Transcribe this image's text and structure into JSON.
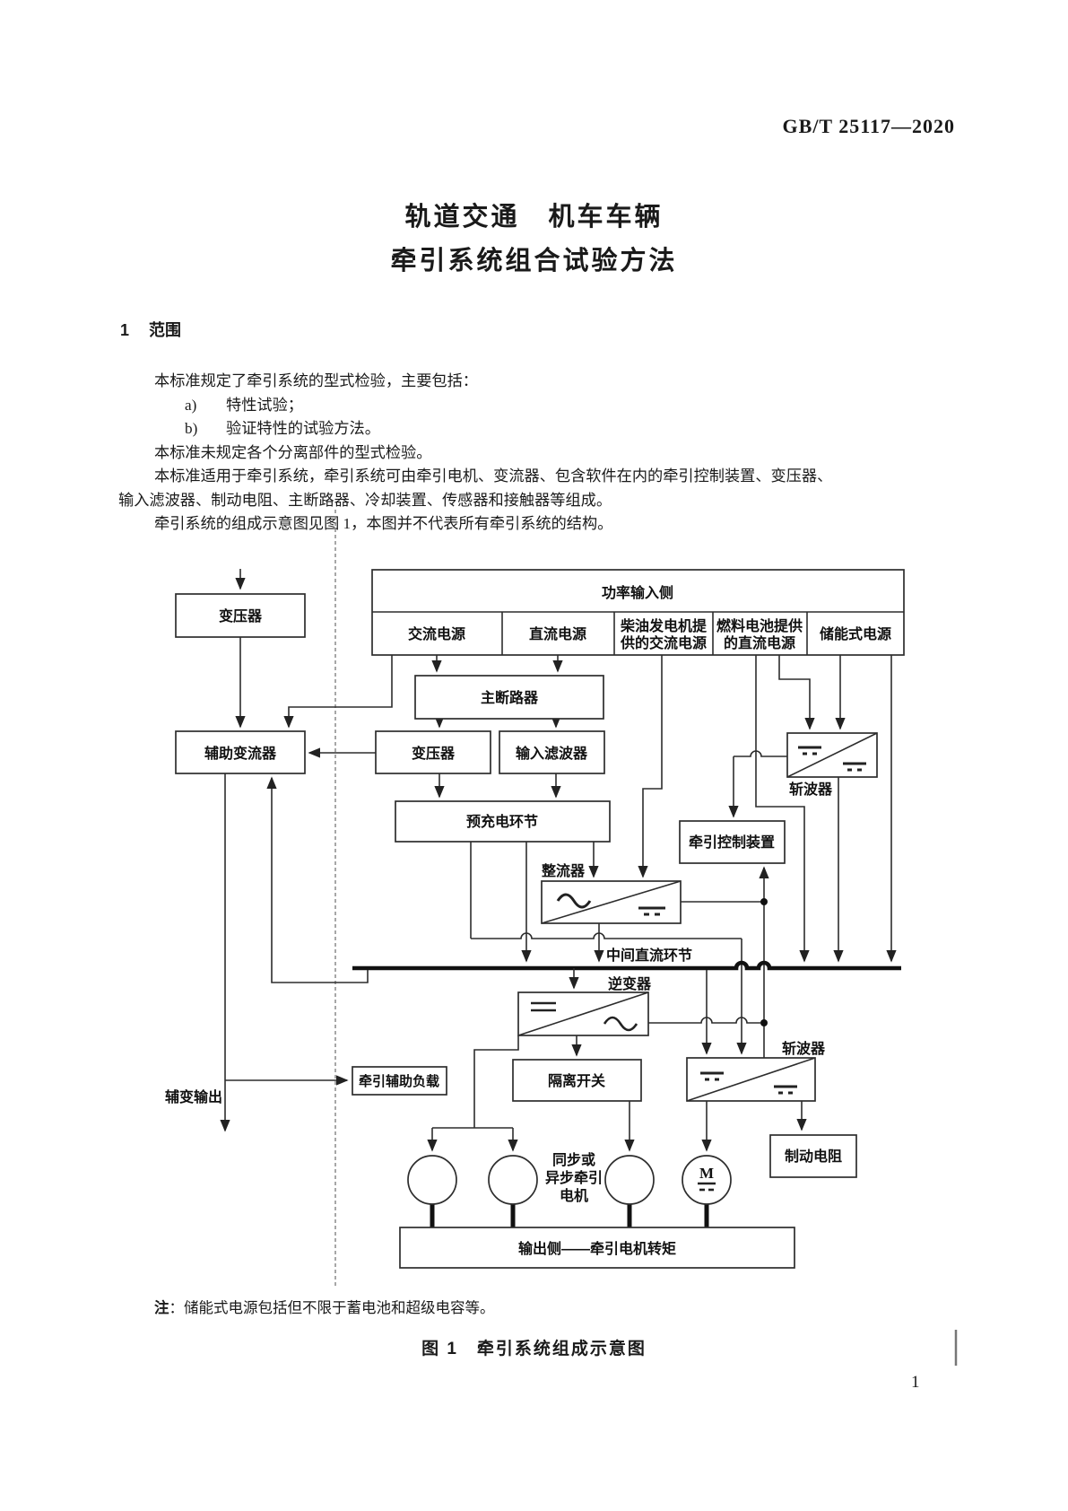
{
  "page": {
    "header": "GB/T 25117—2020",
    "page_number": "1"
  },
  "title": {
    "line1": "轨道交通　机车车辆",
    "line2": "牵引系统组合试验方法"
  },
  "section": {
    "number": "1",
    "title": "范围"
  },
  "paragraphs": {
    "p1": "本标准规定了牵引系统的型式检验，主要包括：",
    "a_marker": "a)",
    "a_text": "特性试验；",
    "b_marker": "b)",
    "b_text": "验证特性的试验方法。",
    "p2": "本标准未规定各个分离部件的型式检验。",
    "p3": "本标准适用于牵引系统，牵引系统可由牵引电机、变流器、包含软件在内的牵引控制装置、变压器、",
    "p4": "输入滤波器、制动电阻、主断路器、冷却装置、传感器和接触器等组成。",
    "p5": "牵引系统的组成示意图见图 1，本图并不代表所有牵引系统的结构。"
  },
  "note": {
    "label": "注",
    "text": "：储能式电源包括但不限于蓄电池和超级电容等。"
  },
  "figure": {
    "caption": "图 1　牵引系统组成示意图"
  },
  "diagram": {
    "power_input": {
      "title": "功率输入侧",
      "ac": "交流电源",
      "dc": "直流电源",
      "diesel_l1": "柴油发电机提",
      "diesel_l2": "供的交流电源",
      "fuel_l1": "燃料电池提供",
      "fuel_l2": "的直流电源",
      "storage": "储能式电源"
    },
    "boxes": {
      "transformer_top": "变压器",
      "main_breaker": "主断路器",
      "transformer": "变压器",
      "input_filter": "输入滤波器",
      "aux_converter": "辅助变流器",
      "precharge": "预充电环节",
      "rectifier": "整流器",
      "tcu": "牵引控制装置",
      "chopper_top": "斩波器",
      "dc_link": "中间直流环节",
      "inverter": "逆变器",
      "isolation_switch": "隔离开关",
      "aux_load": "牵引辅助负载",
      "aux_output": "辅变输出",
      "chopper_bottom": "斩波器",
      "brake_resistor": "制动电阻",
      "motor_m": "M",
      "motor_label_l1": "同步或",
      "motor_label_l2": "异步牵引",
      "motor_label_l3": "电机",
      "output": "输出侧——牵引电机转矩"
    }
  }
}
